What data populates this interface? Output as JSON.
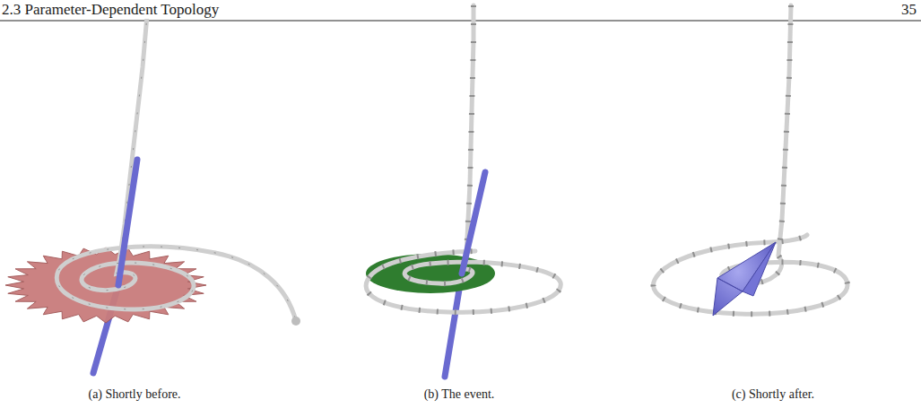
{
  "diagram": {
    "labels": [
      "2.3 Parameter-Dependent Topology",
      "35",
      "(a) Shortly before.",
      "(b) The event.",
      "(c) Shortly after."
    ]
  }
}
